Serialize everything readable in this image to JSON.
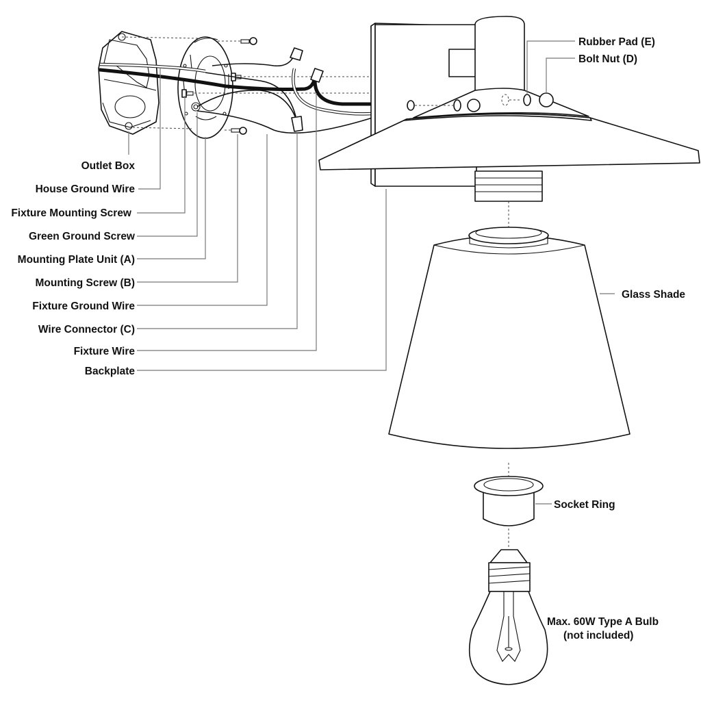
{
  "title": "Outdoor Wall Lantern Installation Diagram",
  "labels": {
    "outlet_box": "Outlet Box",
    "house_ground_wire": "House Ground Wire",
    "fixture_mounting_screw": "Fixture Mounting Screw",
    "green_ground_screw": "Green Ground Screw",
    "mounting_plate_unit": "Mounting Plate Unit (A)",
    "mounting_screw": "Mounting Screw (B)",
    "fixture_ground_wire": "Fixture Ground Wire",
    "wire_connector": "Wire Connector (C)",
    "fixture_wire": "Fixture Wire",
    "backplate": "Backplate",
    "rubber_pad": "Rubber Pad (E)",
    "bolt_nut": "Bolt Nut (D)",
    "glass_shade": "Glass Shade",
    "socket_ring": "Socket Ring",
    "bulb_line1": "Max. 60W Type A Bulb",
    "bulb_line2": "(not included)"
  },
  "colors": {
    "line": "#111111",
    "leader": "#777777",
    "background": "#ffffff"
  }
}
